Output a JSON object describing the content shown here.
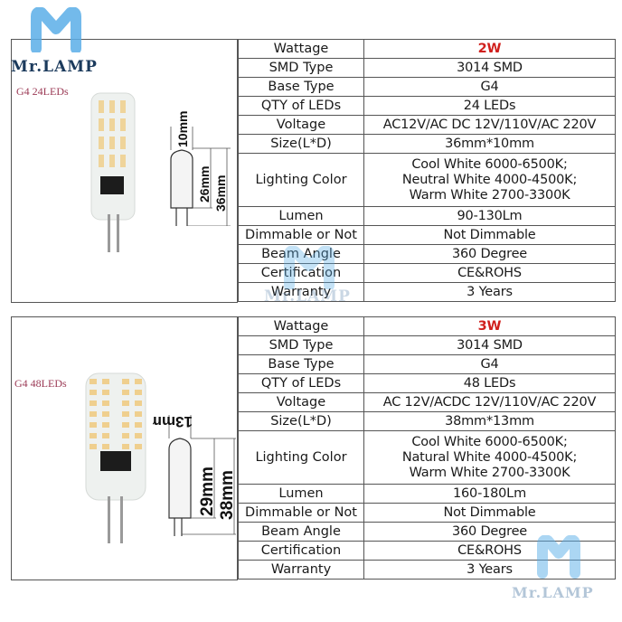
{
  "brand": {
    "name": "Mr.LAMP",
    "logo_letter": "M",
    "logo_color": "#5aaee8",
    "text_color": "#1b3a5c"
  },
  "accent_color": "#d0201d",
  "products": [
    {
      "label": "G4 24LEDs",
      "dimensions": {
        "width": "10mm",
        "body": "26mm",
        "total": "36mm"
      },
      "specs": [
        {
          "label": "Wattage",
          "value": "2W",
          "highlight": true
        },
        {
          "label": "SMD Type",
          "value": "3014 SMD"
        },
        {
          "label": "Base Type",
          "value": "G4"
        },
        {
          "label": "QTY of LEDs",
          "value": "24 LEDs"
        },
        {
          "label": "Voltage",
          "value": "AC12V/AC DC 12V/110V/AC 220V"
        },
        {
          "label": "Size(L*D)",
          "value": "36mm*10mm"
        },
        {
          "label": "Lighting Color",
          "lines": [
            "Cool White 6000-6500K;",
            "Neutral White 4000-4500K;",
            "Warm White 2700-3300K"
          ]
        },
        {
          "label": "Lumen",
          "value": "90-130Lm"
        },
        {
          "label": "Dimmable or Not",
          "value": "Not Dimmable"
        },
        {
          "label": "Beam Angle",
          "value": "360 Degree"
        },
        {
          "label": "Certification",
          "value": "CE&ROHS"
        },
        {
          "label": "Warranty",
          "value": "3 Years"
        }
      ]
    },
    {
      "label": "G4 48LEDs",
      "dimensions": {
        "width": "13mm",
        "body": "29mm",
        "total": "38mm"
      },
      "specs": [
        {
          "label": "Wattage",
          "value": "3W",
          "highlight": true
        },
        {
          "label": "SMD Type",
          "value": "3014 SMD"
        },
        {
          "label": "Base Type",
          "value": "G4"
        },
        {
          "label": "QTY of LEDs",
          "value": "48 LEDs"
        },
        {
          "label": "Voltage",
          "value": "AC 12V/ACDC 12V/110V/AC 220V"
        },
        {
          "label": "Size(L*D)",
          "value": "38mm*13mm"
        },
        {
          "label": "Lighting Color",
          "lines": [
            "Cool White 6000-6500K;",
            "Natural White 4000-4500K;",
            "Warm White 2700-3300K"
          ]
        },
        {
          "label": "Lumen",
          "value": "160-180Lm"
        },
        {
          "label": "Dimmable or Not",
          "value": "Not Dimmable"
        },
        {
          "label": "Beam Angle",
          "value": "360 Degree"
        },
        {
          "label": "Certification",
          "value": "CE&ROHS"
        },
        {
          "label": "Warranty",
          "value": "3 Years"
        }
      ]
    }
  ]
}
